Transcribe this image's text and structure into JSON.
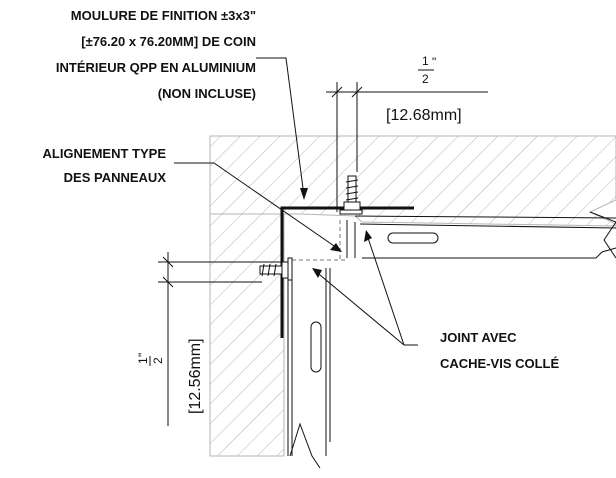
{
  "callouts": {
    "molding": [
      "MOULURE DE FINITION ±3x3\"",
      "[±76.20 x 76.20MM] DE COIN",
      "INTÉRIEUR QPP EN ALUMINIUM",
      "(NON INCLUSE)"
    ],
    "alignment": [
      "ALIGNEMENT TYPE",
      "DES PANNEAUX"
    ],
    "joint": [
      "JOINT AVEC",
      "CACHE-VIS COLLÉ"
    ]
  },
  "dimensions": {
    "top": {
      "fraction_num": "1",
      "fraction_den": "2",
      "inch_mark": "\"",
      "metric": "[12.68mm]"
    },
    "left": {
      "fraction_num": "1",
      "fraction_den": "2",
      "inch_mark": "\"",
      "metric": "[12.56mm]"
    }
  },
  "colors": {
    "line": "#111111",
    "hatch": "#b5b5b5",
    "dashed": "#777777"
  }
}
